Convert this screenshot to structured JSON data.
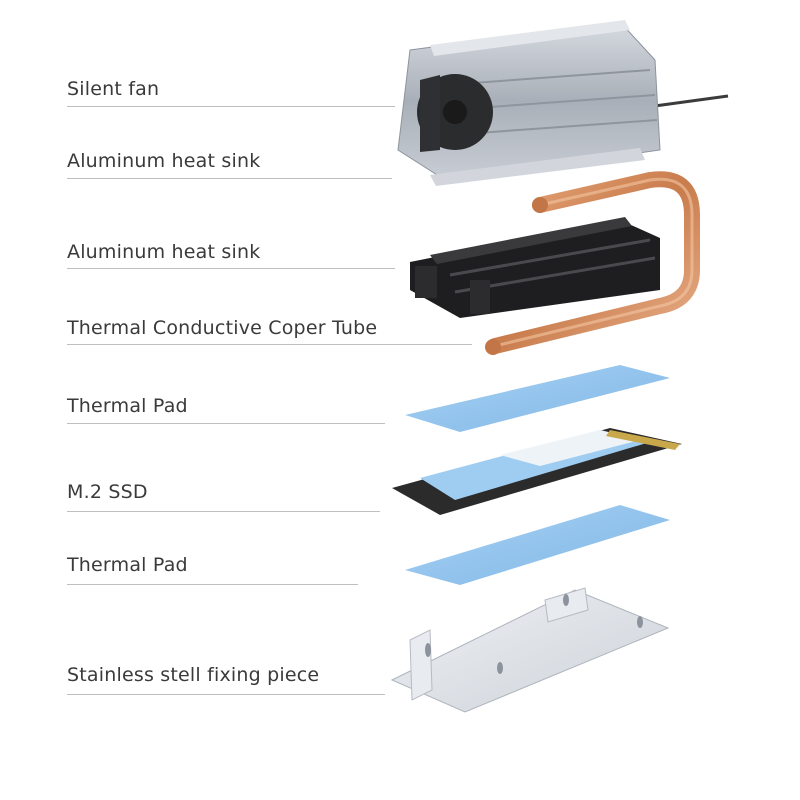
{
  "labels": [
    {
      "id": "silent-fan",
      "text": "Silent fan"
    },
    {
      "id": "aluminum-heat-sink-top",
      "text": "Aluminum heat sink"
    },
    {
      "id": "aluminum-heat-sink-black",
      "text": "Aluminum heat sink"
    },
    {
      "id": "copper-tube",
      "text": "Thermal Conductive Coper Tube"
    },
    {
      "id": "thermal-pad-top",
      "text": "Thermal Pad"
    },
    {
      "id": "m2-ssd",
      "text": "M.2 SSD"
    },
    {
      "id": "thermal-pad-bottom",
      "text": "Thermal Pad"
    },
    {
      "id": "fixing-piece",
      "text": "Stainless stell fixing piece"
    }
  ],
  "colors": {
    "label_text": "#3a3a3a",
    "rule": "#bfbfbf",
    "aluminum": "#b9bec6",
    "black_sink": "#1e1e20",
    "copper": "#d08a5c",
    "thermal_pad": "#8fc3ee",
    "ssd_board": "#2b2b2b",
    "steel": "#dfe3e8"
  }
}
